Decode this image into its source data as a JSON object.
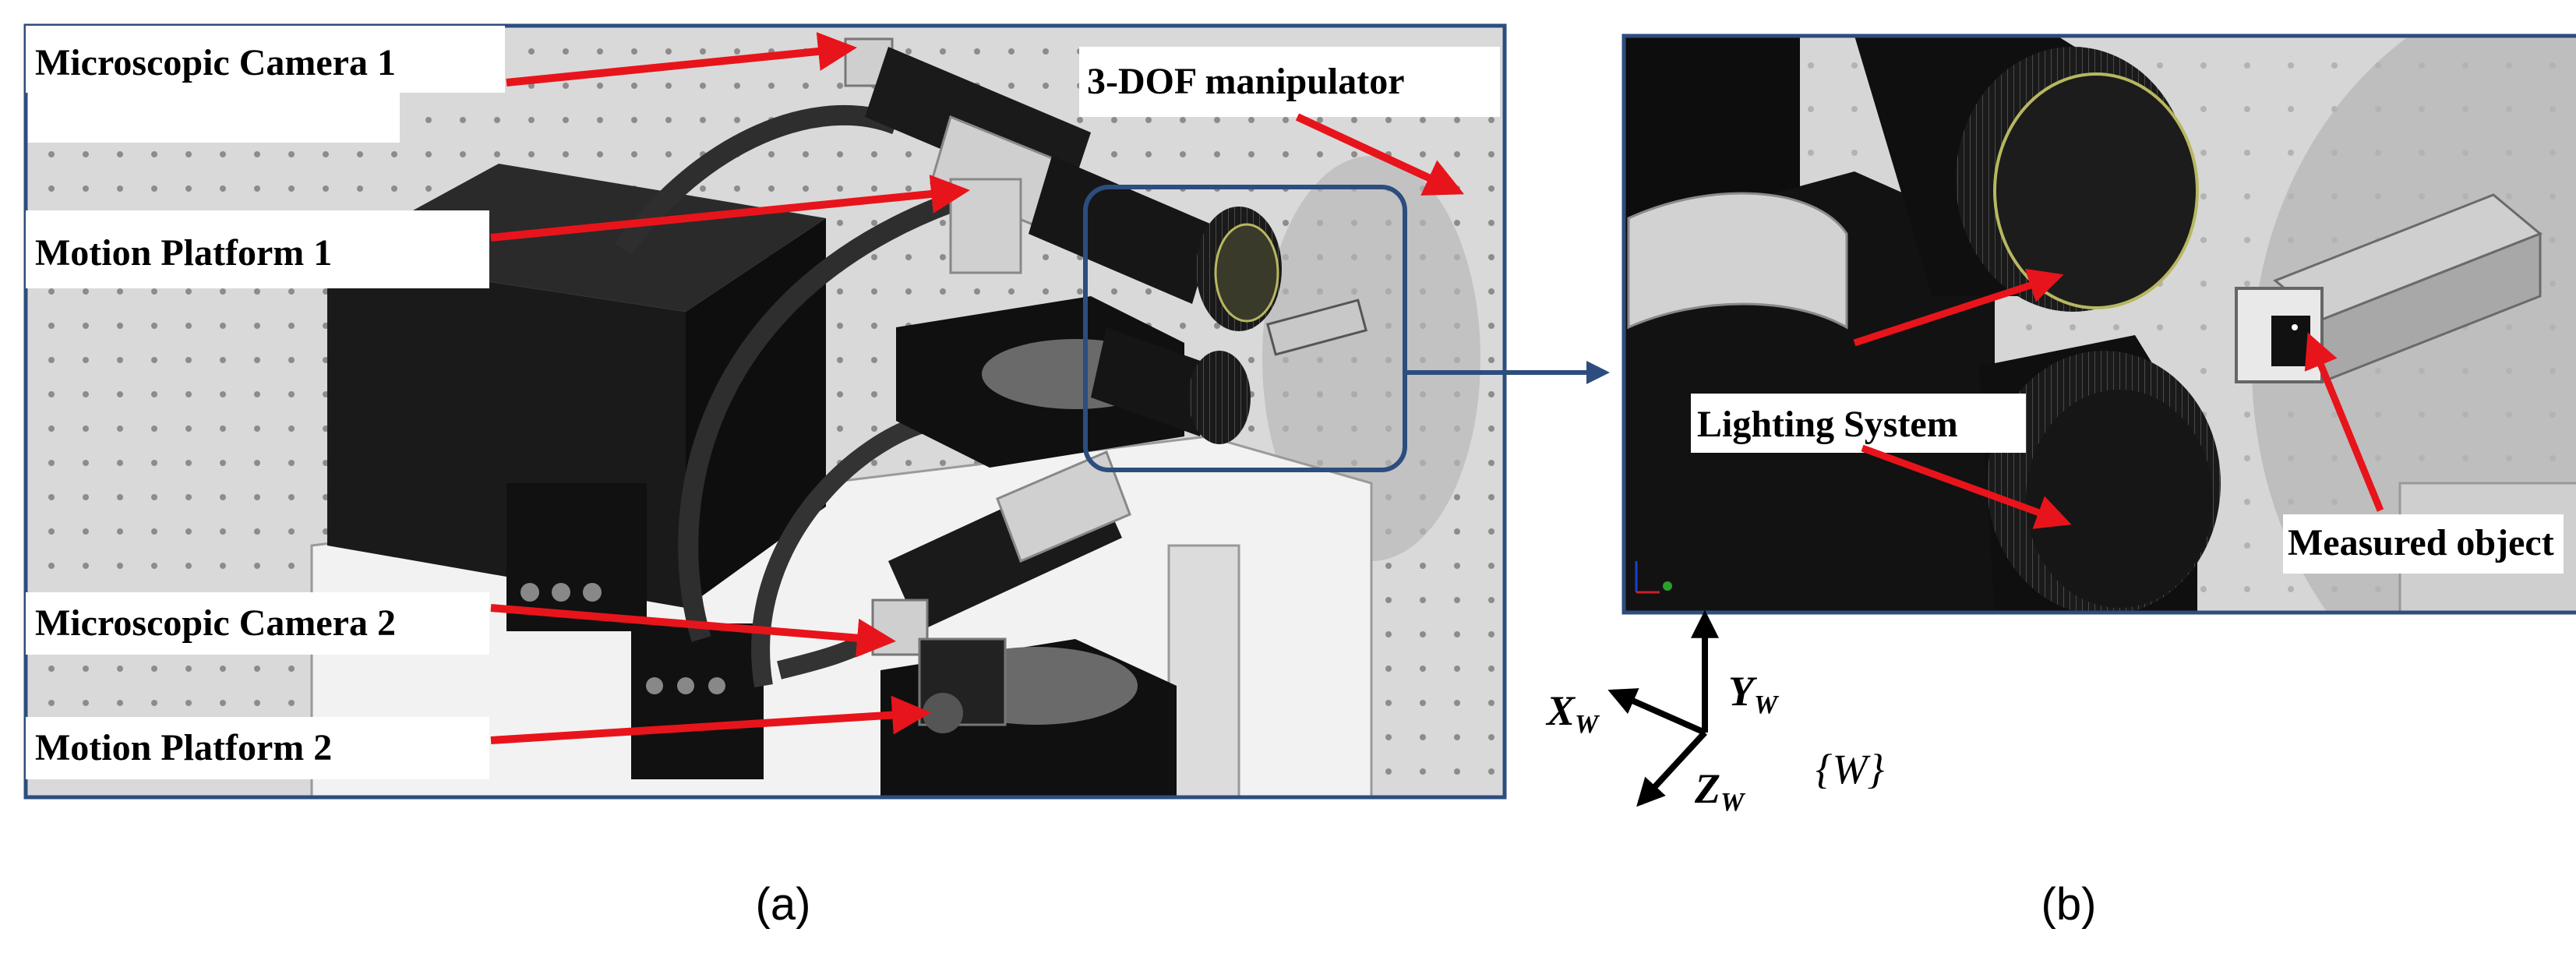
{
  "panel_a": {
    "caption": "(a)",
    "labels": {
      "camera1": "Microscopic Camera 1",
      "platform1": "Motion Platform 1",
      "manipulator": "3-DOF manipulator",
      "camera2": "Microscopic Camera 2",
      "platform2": "Motion Platform 2"
    }
  },
  "panel_b": {
    "caption": "(b)",
    "labels": {
      "lighting": "Lighting System",
      "measured": "Measured object"
    }
  },
  "axes": {
    "x": "X",
    "x_sub": "W",
    "y": "Y",
    "y_sub": "W",
    "z": "Z",
    "z_sub": "W",
    "frame": "{W}"
  },
  "colors": {
    "frame_border": "#2d4d7e",
    "arrow_red": "#e8141b",
    "callout_blue": "#2d4d7e",
    "table_gray": "#d6d6d6",
    "equipment_black": "#141414"
  }
}
